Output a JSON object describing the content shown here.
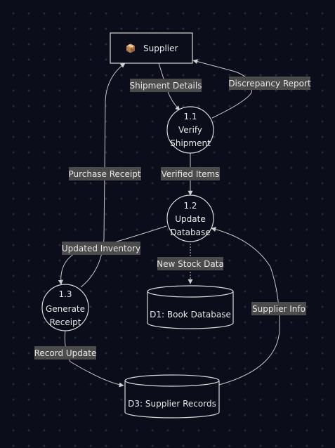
{
  "nodes": {
    "supplier": {
      "icon": "package-icon",
      "glyph": "📦",
      "label": "Supplier"
    },
    "p11": {
      "lines": [
        "1.1",
        "Verify",
        "Shipment"
      ]
    },
    "p12": {
      "lines": [
        "1.2",
        "Update",
        "Database"
      ]
    },
    "p13": {
      "lines": [
        "1.3",
        "Generate",
        "Receipt"
      ]
    },
    "d1": {
      "label": "D1: Book Database"
    },
    "d3": {
      "label": "D3: Supplier Records"
    }
  },
  "edges": {
    "shipment_details": "Shipment Details",
    "discrepancy_report": "Discrepancy Report",
    "verified_items": "Verified Items",
    "purchase_receipt": "Purchase Receipt",
    "updated_inventory": "Updated Inventory",
    "new_stock_data": "New Stock Data",
    "supplier_info": "Supplier Info",
    "record_update": "Record Update"
  },
  "colors": {
    "background": "#0b0d1a",
    "stroke": "#d9d9d9",
    "edge": "#c8c8c8",
    "label_bg": "#4b4b4b",
    "text": "#e8e8e8"
  }
}
